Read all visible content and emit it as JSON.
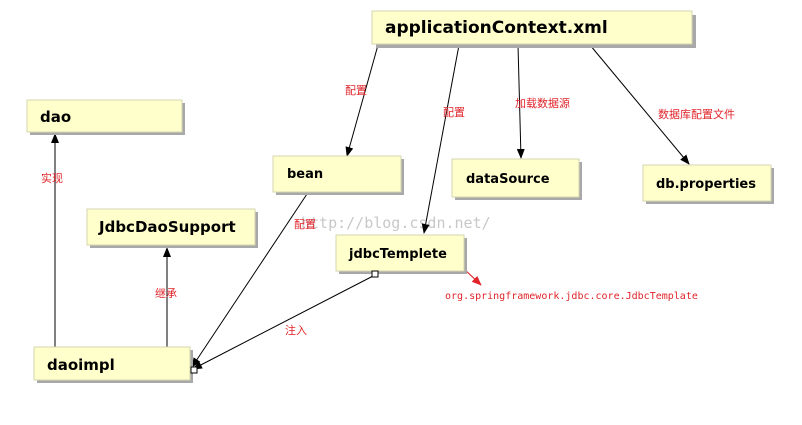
{
  "nodes": {
    "app_context": "applicationContext.xml",
    "dao": "dao",
    "bean": "bean",
    "data_source": "dataSource",
    "db_properties": "db.properties",
    "jdbc_dao_support": "JdbcDaoSupport",
    "jdbc_templete": "jdbcTemplete",
    "daoimpl": "daoimpl"
  },
  "edge_labels": {
    "config_bean": "配置",
    "config_templete": "配置",
    "load_datasource": "加载数据源",
    "db_config_file": "数据库配置文件",
    "implements": "实现",
    "extends": "继承",
    "inject": "注入",
    "config_daoimpl": "配置"
  },
  "annotation": {
    "class_name": "org.springframework.jdbc.core.JdbcTemplate"
  },
  "watermark": "http://blog.csdn.net/",
  "colors": {
    "node_fill": "#ffffcc",
    "edge": "#000000",
    "label_red": "#e0242a"
  }
}
